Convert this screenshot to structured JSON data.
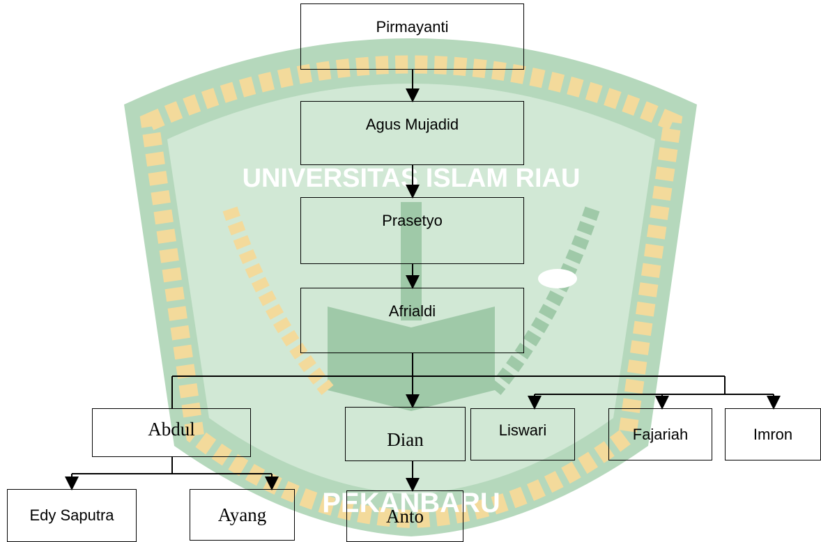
{
  "watermark": {
    "arc_text": "UNIVERSITAS ISLAM RIAU",
    "bottom_text": "PEKANBARU",
    "colors": {
      "green": "#8fc09a",
      "gold": "#f2d48a",
      "dark_green": "#6a9d70"
    }
  },
  "nodes": {
    "pirmayanti": "Pirmayanti",
    "agus_mujadid": "Agus Mujadid",
    "prasetyo": "Prasetyo",
    "afrialdi": "Afrialdi",
    "abdul": "Abdul",
    "dian": "Dian",
    "liswari": "Liswari",
    "fajariah": "Fajariah",
    "imron": "Imron",
    "edy_saputra": "Edy Saputra",
    "ayang": "Ayang",
    "anto": "Anto"
  }
}
